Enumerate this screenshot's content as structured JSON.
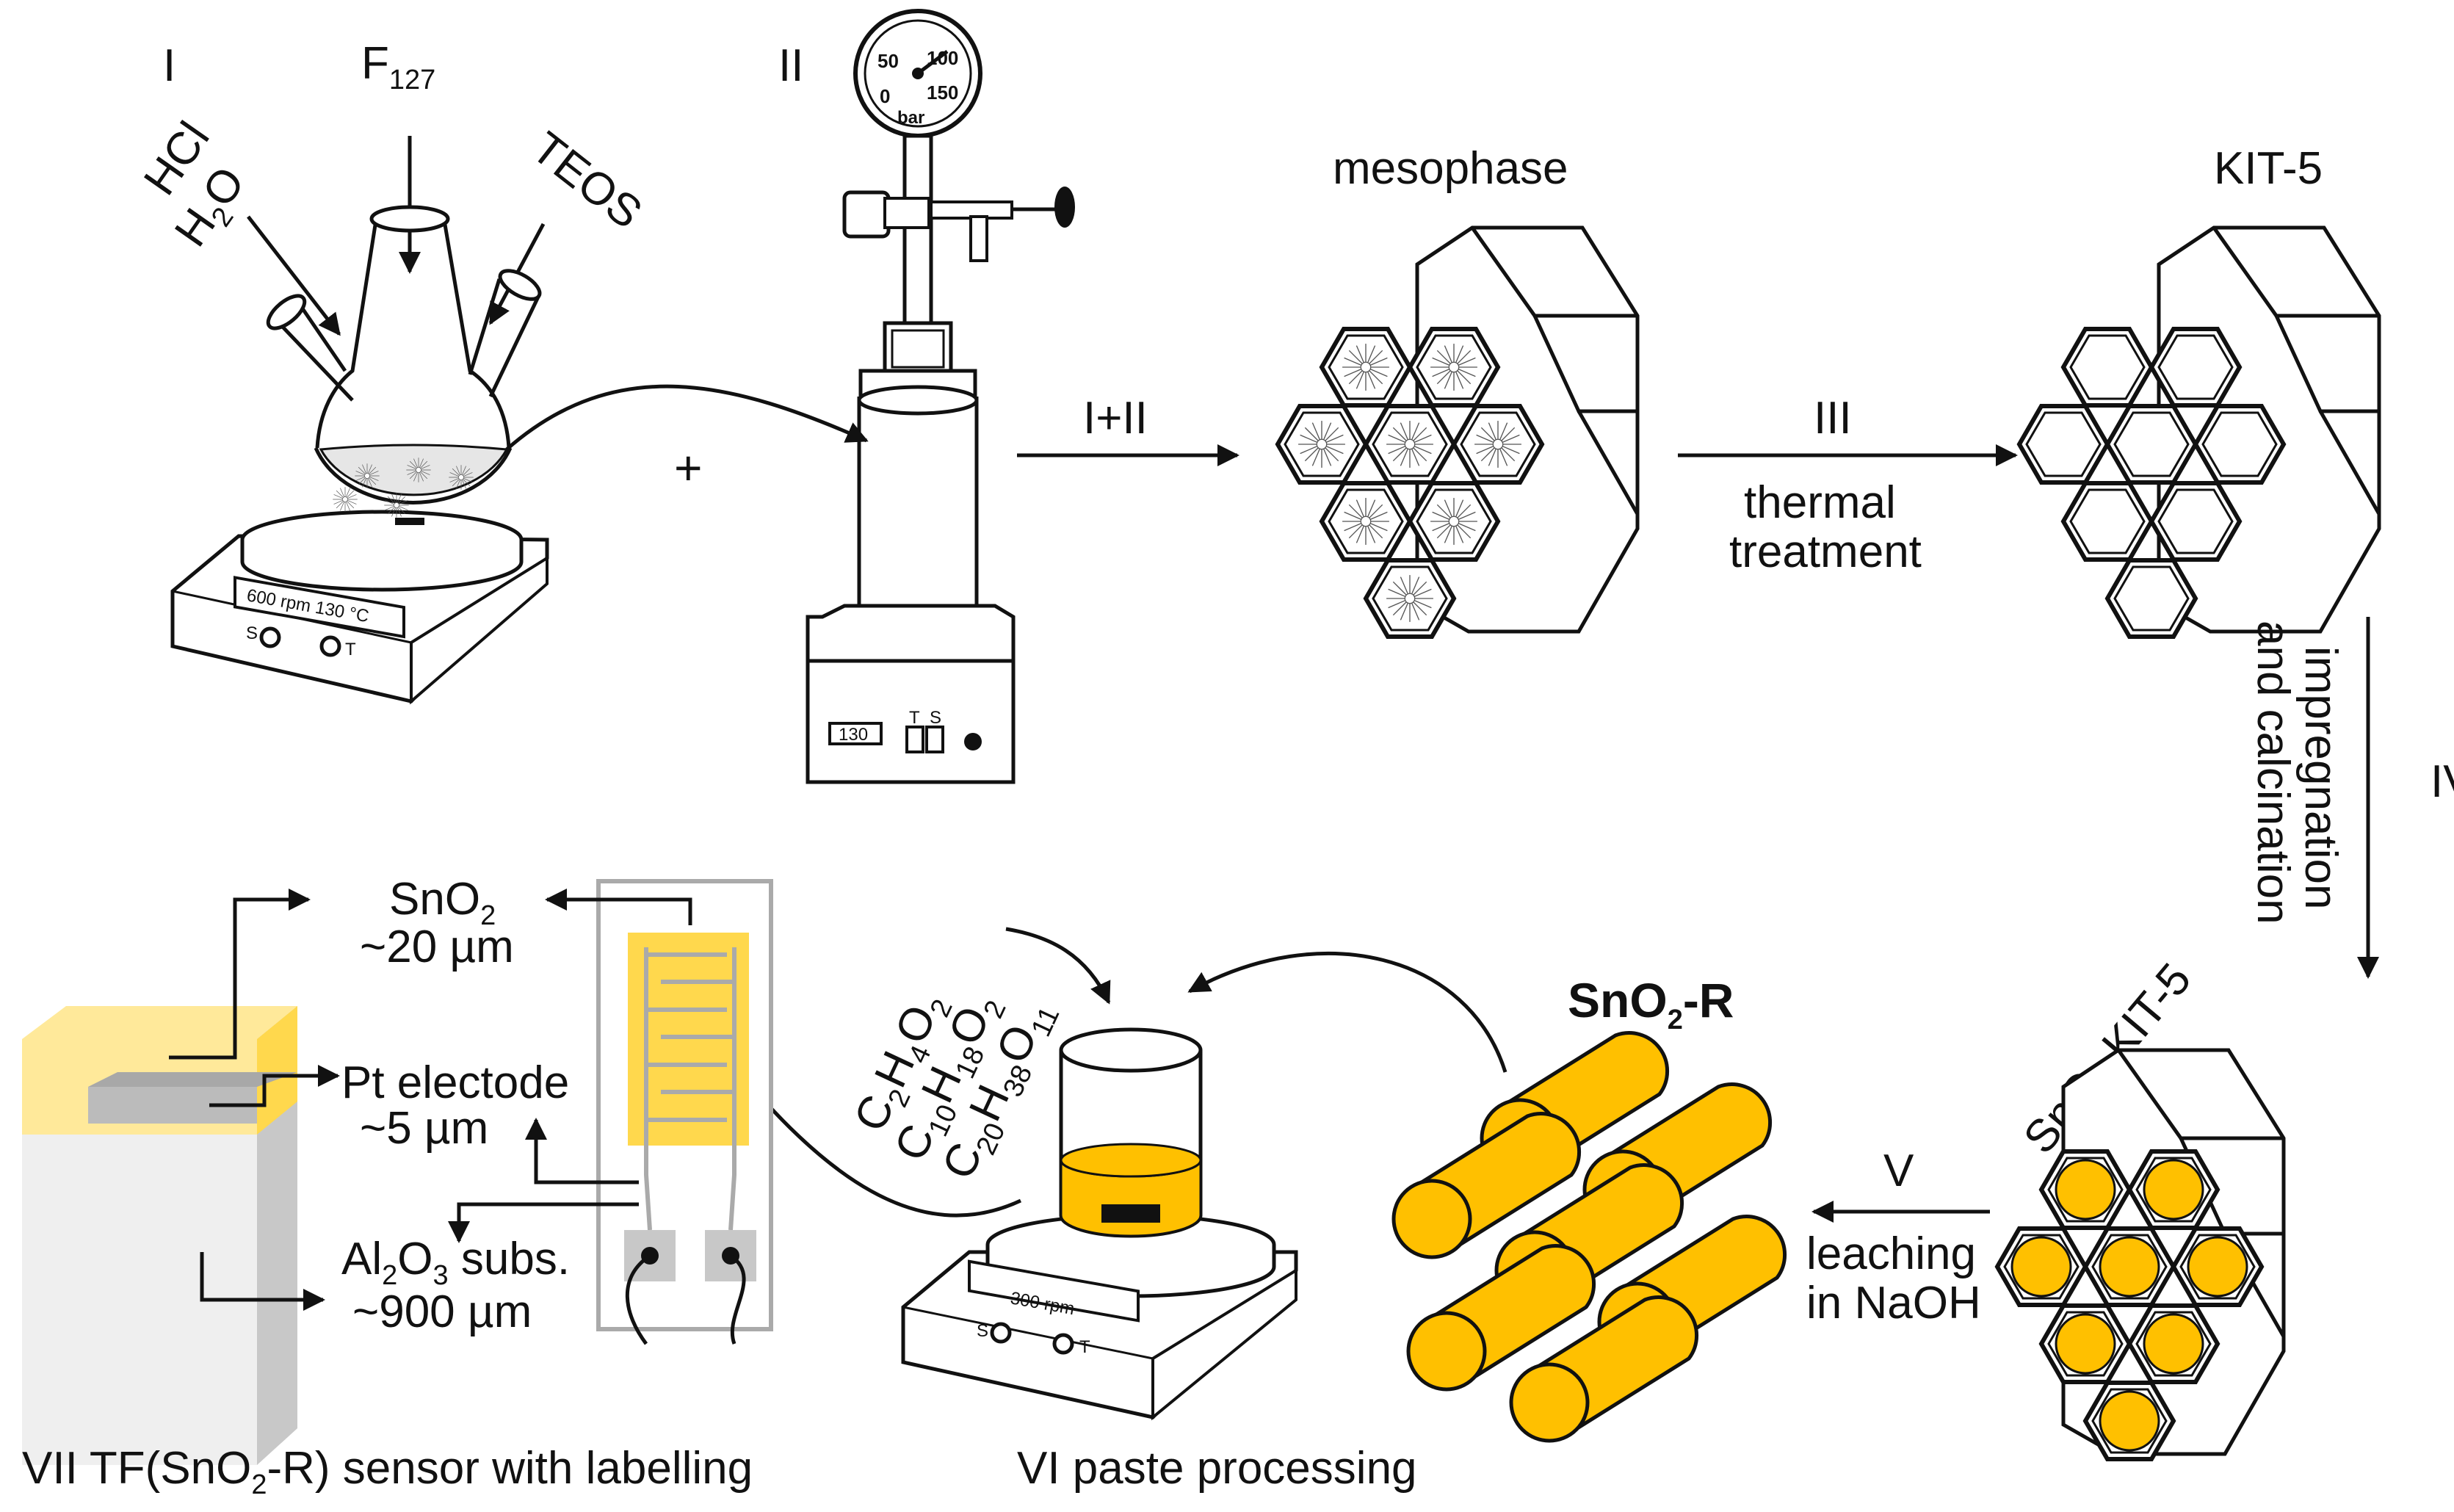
{
  "steps": {
    "I": "I",
    "II": "II",
    "I_plus_II": "I+II",
    "III": "III",
    "IV": "IV",
    "V": "V",
    "plus": "+"
  },
  "reagents": {
    "f127_main": "F",
    "f127_sub": "127",
    "hcl": "HCl",
    "h2o_a": "H",
    "h2o_sub": "2",
    "h2o_b": "O",
    "teos": "TEOS"
  },
  "gauge": {
    "t50": "50",
    "t100": "100",
    "t0": "0",
    "t150": "150",
    "unit": "bar"
  },
  "stirrer1": {
    "display": "600 rpm  130 °C",
    "s": "S",
    "t": "T"
  },
  "autoclave": {
    "display": "130",
    "t": "T",
    "s": "S"
  },
  "stirrer2": {
    "display": "300 rpm",
    "s": "S",
    "t": "T"
  },
  "structures": {
    "mesophase": "mesophase",
    "kit5": "KIT-5",
    "sno2_kit5_a": "SnO",
    "sno2_kit5_sub": "2",
    "sno2_kit5_b": "-KIT-5",
    "sno2r_a": "SnO",
    "sno2r_sub": "2",
    "sno2r_b": "-R"
  },
  "process": {
    "thermal_1": "thermal",
    "thermal_2": "treatment",
    "impreg_1": "impregnation",
    "impreg_2": "and calcination",
    "leach_1": "leaching",
    "leach_2": "in NaOH"
  },
  "solvents": {
    "s1": [
      "C",
      "2",
      "H",
      "4",
      "O",
      "2"
    ],
    "s2": [
      "C",
      "10",
      "H",
      "18",
      "O",
      "2"
    ],
    "s3": [
      "C",
      "20",
      "H",
      "38",
      "O",
      "11"
    ]
  },
  "sensor": {
    "sno2_a": "SnO",
    "sno2_sub": "2",
    "sno2_thick": "~20 µm",
    "pt": "Pt electode",
    "pt_thick": "~5 µm",
    "al_a": "Al",
    "al_sub1": "2",
    "al_b": "O",
    "al_sub2": "3",
    "al_c": " subs.",
    "al_thick": "~900 µm"
  },
  "captions": {
    "vii_a": "VII TF(SnO",
    "vii_sub": "2",
    "vii_b": "-R) sensor with labelling",
    "vi": "VI paste processing"
  },
  "colors": {
    "accent": "#ffc000",
    "pale_yellow": "#ffe99a",
    "grey": "#c8c8c8",
    "line": "#111111"
  }
}
